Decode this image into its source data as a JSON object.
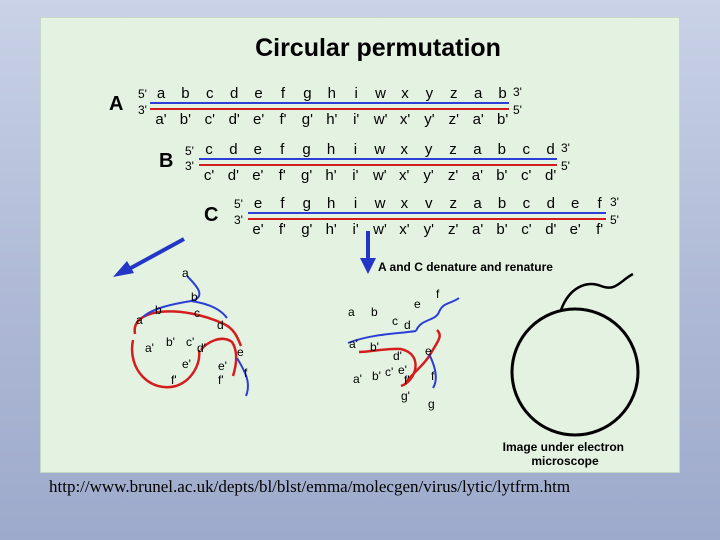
{
  "title": "Circular permutation",
  "molecules": [
    {
      "label": "A",
      "top_strand": [
        "a",
        "b",
        "c",
        "d",
        "e",
        "f",
        "g",
        "h",
        "i",
        "w",
        "x",
        "y",
        "z",
        "a",
        "b"
      ],
      "bottom_strand": [
        "a'",
        "b'",
        "c'",
        "d'",
        "e'",
        "f'",
        "g'",
        "h'",
        "i'",
        "w'",
        "x'",
        "y'",
        "z'",
        "a'",
        "b'"
      ],
      "top_left_end": "5'",
      "top_right_end": "3'",
      "bottom_left_end": "3'",
      "bottom_right_end": "5'"
    },
    {
      "label": "B",
      "top_strand": [
        "c",
        "d",
        "e",
        "f",
        "g",
        "h",
        "i",
        "w",
        "x",
        "y",
        "z",
        "a",
        "b",
        "c",
        "d"
      ],
      "bottom_strand": [
        "c'",
        "d'",
        "e'",
        "f'",
        "g'",
        "h'",
        "i'",
        "w'",
        "x'",
        "y'",
        "z'",
        "a'",
        "b'",
        "c'",
        "d'"
      ],
      "top_left_end": "5'",
      "top_right_end": "3'",
      "bottom_left_end": "3'",
      "bottom_right_end": "5'"
    },
    {
      "label": "C",
      "top_strand": [
        "e",
        "f",
        "g",
        "h",
        "i",
        "w",
        "x",
        "v",
        "z",
        "a",
        "b",
        "c",
        "d",
        "e",
        "f"
      ],
      "bottom_strand": [
        "e'",
        "f'",
        "g'",
        "h'",
        "i'",
        "w'",
        "x'",
        "y'",
        "z'",
        "a'",
        "b'",
        "c'",
        "d'",
        "e'",
        "f'"
      ],
      "top_left_end": "5'",
      "top_right_end": "3'",
      "bottom_left_end": "3'",
      "bottom_right_end": "5'"
    }
  ],
  "arrow_caption": "A and C denature and renature",
  "loop_left": {
    "labels": [
      "a",
      "b",
      "c",
      "d",
      "a",
      "b",
      "e",
      "f",
      "a'",
      "b'",
      "c'",
      "d'",
      "e'",
      "f'",
      "e'",
      "f'"
    ]
  },
  "loop_right": {
    "labels": [
      "a",
      "b",
      "c",
      "d",
      "e",
      "f",
      "a'",
      "b'",
      "d'",
      "e",
      "e'",
      "f'",
      "f",
      "g'",
      "g",
      "a'",
      "b'",
      "c'"
    ]
  },
  "em_caption": "Image under electron microscope",
  "source_url": "http://www.brunel.ac.uk/depts/bl/blst/emma/molecgen/virus/lytic/lytfrm.htm",
  "colors": {
    "strand_blue": "#2b3fd6",
    "strand_red": "#d41e1e",
    "arrow_blue": "#2436c8",
    "panel_bg": "#e4f2e2",
    "page_bg": "#b3bed8"
  }
}
